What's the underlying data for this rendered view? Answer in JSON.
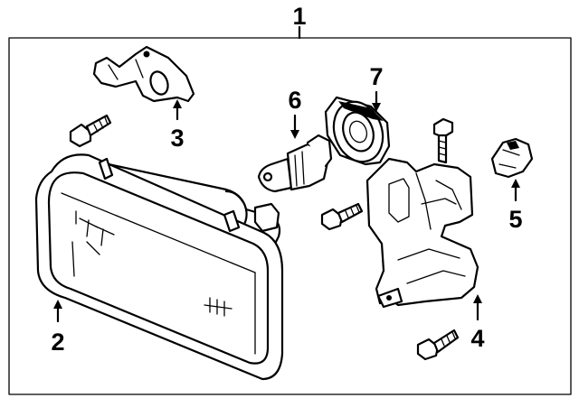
{
  "diagram": {
    "callouts": [
      {
        "id": "1",
        "text": "1"
      },
      {
        "id": "2",
        "text": "2"
      },
      {
        "id": "3",
        "text": "3"
      },
      {
        "id": "4",
        "text": "4"
      },
      {
        "id": "5",
        "text": "5"
      },
      {
        "id": "6",
        "text": "6"
      },
      {
        "id": "7",
        "text": "7"
      }
    ],
    "parts": [
      "headlamp-assembly",
      "bracket-3",
      "bolt",
      "bulb",
      "socket-ring",
      "mount-bracket-4",
      "clip-5",
      "bolt",
      "bolt"
    ]
  }
}
